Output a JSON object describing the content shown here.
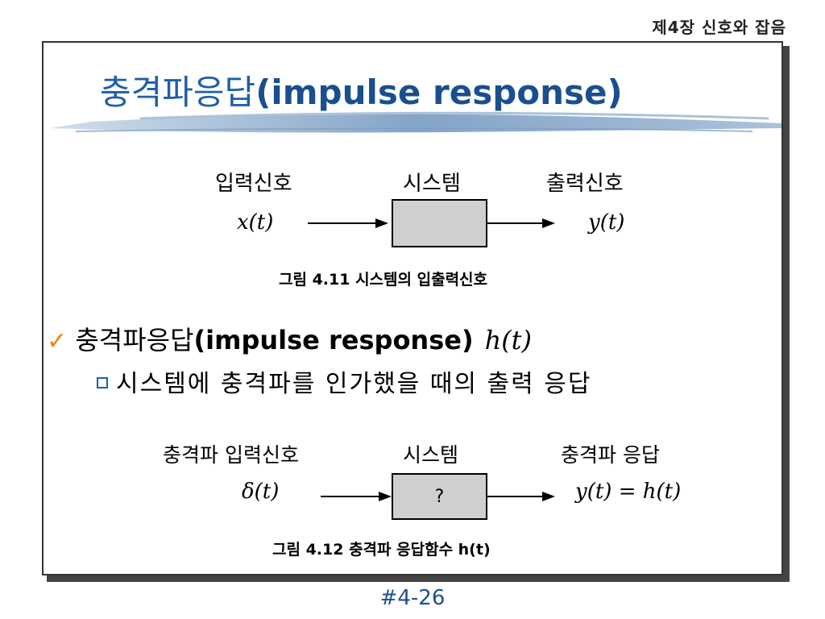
{
  "header": {
    "chapter": "제4장   신호와 잡음"
  },
  "slide": {
    "title_ko": "충격파응답",
    "title_en": "(impulse response)",
    "diagram1": {
      "input_label": "입력신호",
      "system_label": "시스템",
      "output_label": "출력신호",
      "input_signal": "x(t)",
      "output_signal": "y(t)",
      "box_text": "",
      "caption": "그림 4.11   시스템의 입출력신호"
    },
    "bullet": {
      "ko": "충격파응답",
      "en": "(impulse response)",
      "symbol": "h(t)",
      "sub": "시스템에 충격파를 인가했을 때의 출력 응답"
    },
    "diagram2": {
      "input_label": "충격파 입력신호",
      "system_label": "시스템",
      "output_label": "충격파 응답",
      "input_signal": "δ(t)",
      "output_signal": "y(t) = h(t)",
      "box_text": "?",
      "caption": "그림 4.12   충격파 응답함수 h(t)"
    }
  },
  "footer": {
    "page_number": "#4-26"
  },
  "colors": {
    "title_blue": "#1f5fa8",
    "check_orange": "#e8860c",
    "box_gray": "#cfcfcf"
  }
}
